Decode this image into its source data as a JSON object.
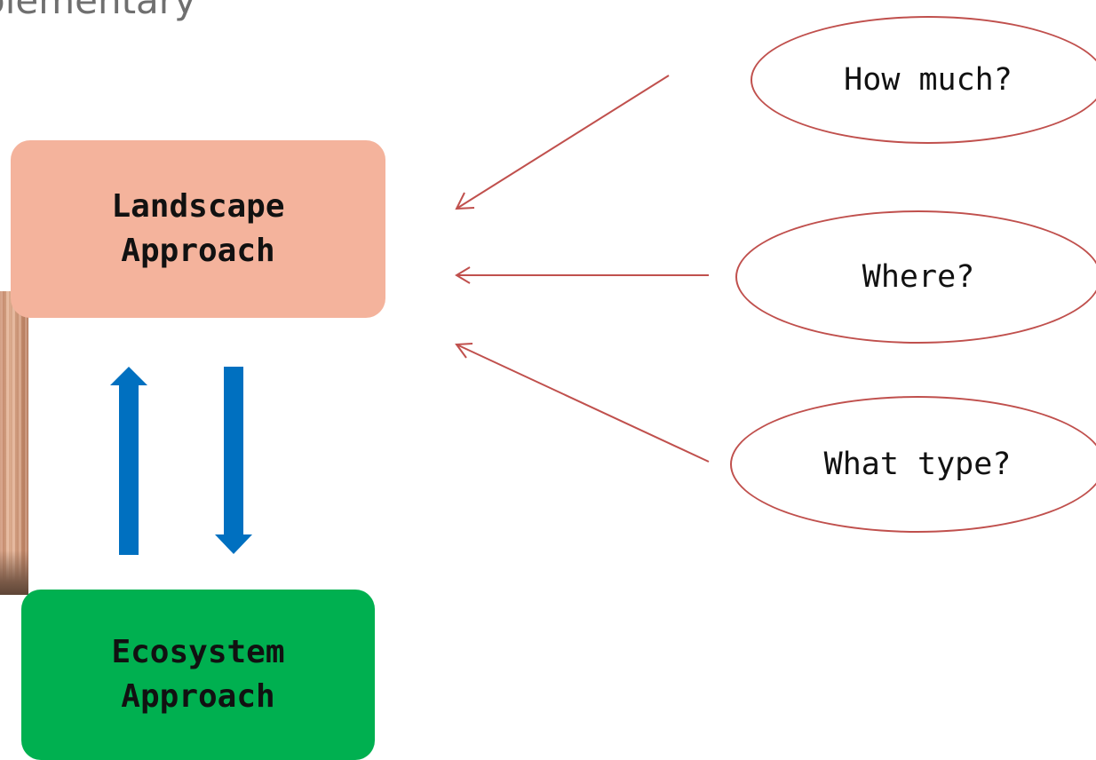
{
  "header": {
    "title_fragment": "olementary"
  },
  "boxes": {
    "landscape": {
      "line1": "Landscape",
      "line2": "Approach",
      "color": "#f4b39c"
    },
    "ecosystem": {
      "line1": "Ecosystem",
      "line2": "Approach",
      "color": "#00b050"
    }
  },
  "questions": [
    {
      "label": "How much?"
    },
    {
      "label": "Where?"
    },
    {
      "label": "What type?"
    }
  ],
  "colors": {
    "question_arrow": "#c0504d",
    "vertical_arrow": "#0070c0"
  }
}
